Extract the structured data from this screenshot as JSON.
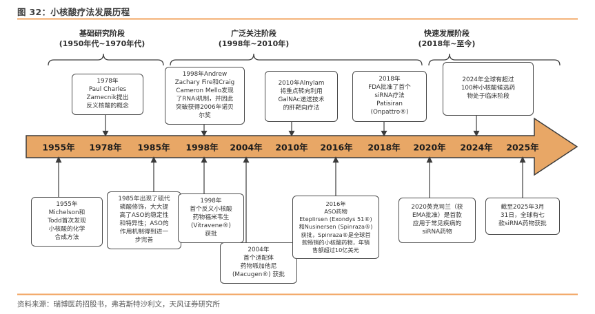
{
  "header": {
    "title": "图 32：小核酸疗法发展历程"
  },
  "colors": {
    "accent_line": "#F2A35E"
  },
  "phases": [
    {
      "name": "基础研究阶段",
      "range": "(1950年代~1970年代)"
    },
    {
      "name": "广泛关注阶段",
      "range": "(1998年~2010年)"
    },
    {
      "name": "快速发展阶段",
      "range": "(2018年~至今)"
    }
  ],
  "timeline": {
    "years": [
      "1955年",
      "1978年",
      "1985年",
      "1998年",
      "2004年",
      "2010年",
      "2016年",
      "2018年",
      "2020年",
      "2024年",
      "2025年"
    ],
    "arrow_fill": "#E8A766",
    "arrow_stroke": "#3C3C3C"
  },
  "events_top": [
    {
      "year": "1978年",
      "lines": [
        "1978年",
        "Paul Charles",
        "Zamecnik提出",
        "反义核酸的概念"
      ]
    },
    {
      "year": "1998年",
      "lines": [
        "1998年Andrew",
        "Zachary Fire和Craig",
        "Cameron Mello发现",
        "了RNAi机制，并因此",
        "突破获得2006年诺贝",
        "尔奖"
      ]
    },
    {
      "year": "2010年",
      "lines": [
        "2010年Alnylam",
        "将重点转向利用",
        "GalNAc递送技术",
        "的肝靶向疗法"
      ]
    },
    {
      "year": "2018年",
      "lines": [
        "2018年",
        "FDA批准了首个",
        "siRNA疗法",
        "Patisiran",
        "(Onpattro®)"
      ]
    },
    {
      "year": "2024年",
      "lines": [
        "2024年全球有超过",
        "100种小核酸候选药",
        "物处于临床阶段"
      ]
    }
  ],
  "events_bottom": [
    {
      "year": "1955年",
      "lines": [
        "1955年",
        "Michelson和",
        "Todd首次发现",
        "小核酸的化学",
        "合成方法"
      ]
    },
    {
      "year": "1985年",
      "lines": [
        "1985年出现了硫代",
        "磷酸修饰，大大提",
        "高了ASO的稳定性",
        "和特异性；ASO的",
        "作用机制得到进一",
        "步完善"
      ]
    },
    {
      "year": "1998年",
      "lines": [
        "1998年",
        "首个反义小核酸",
        "药物福米韦生",
        "(Vitravene®)",
        "获批"
      ]
    },
    {
      "year": "2004年",
      "lines": [
        "2004年",
        "首个适配体",
        "药物哌加他尼",
        "(Macugen®) 获批"
      ]
    },
    {
      "year": "2016年",
      "lines": [
        "2016年",
        "ASO药物",
        "Eteplirsen (Exondys 51®)",
        "和Nusinersen (Spinraza®)",
        "获批，Spinraza®是全球首",
        "款畅销的小核酸药物，年销",
        "售额超过10亿美元"
      ]
    },
    {
      "year": "2020年",
      "lines": [
        "2020英克司兰（获",
        "EMA批准）是首款",
        "应用于常见疾病的",
        "siRNA药物"
      ]
    },
    {
      "year": "2025年",
      "lines": [
        "截至2025年3月",
        "31日，全球有七",
        "款siRNA药物获批"
      ]
    }
  ],
  "footer": {
    "source": "资料来源：瑞博医药招股书，弗若斯特沙利文，天风证券研究所"
  }
}
